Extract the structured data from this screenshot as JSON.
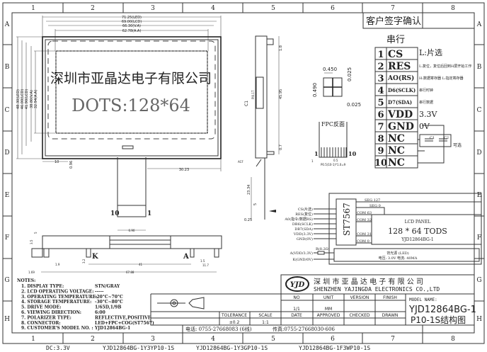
{
  "frame": {
    "columns": [
      "1",
      "2",
      "3",
      "4",
      "5",
      "6",
      "7",
      "8"
    ],
    "rows": [
      "A",
      "B",
      "C",
      "D",
      "E",
      "F",
      "G",
      "H"
    ]
  },
  "signature_box": "客户签字确认",
  "front_view": {
    "logo_text": "深圳市亚晶达电子有限公司",
    "dots_text": "DOTS:128*64",
    "dims_top": [
      "71.25(LED)",
      "69.00(LCD)",
      "66.30(V.A)",
      "62.78(A.A)"
    ],
    "dims_left": [
      "48.30(LED)",
      "46.00(LCD)",
      "41.90(LCD)",
      "38.80(V.A)",
      "32.94(A.A)"
    ],
    "dim_10": "10",
    "dim_096": "0.96",
    "dim_3023": "30.23",
    "fpc_pin_left": "10",
    "fpc_pin_right": "1",
    "fpc_width": "6.90"
  },
  "side_view": {
    "dim_18": "1.8",
    "dim_4595": "45.95",
    "dim_07": "0.7",
    "dim_2334": "23.34",
    "dim_5": "5",
    "dim_025": "0.25",
    "c1": "C1",
    "stiffener": "PI0.1T",
    "label": "ACF"
  },
  "pixel_detail": {
    "w": "0.450",
    "h": "0.490",
    "gap_v": "0.025",
    "gap_h": "0.025"
  },
  "fpc_reverse": {
    "title": "FPC反面",
    "pin_first": "1",
    "pin_last": "10",
    "pitch": "0.5",
    "formula": "P0.5(10-1)*1.0=9",
    "side": "1"
  },
  "bottom_view": {
    "k_label": "K",
    "a_label": "A",
    "dims": [
      "5",
      "3.5",
      "1.9",
      "3.2",
      "41",
      "1.5",
      "11.7",
      "1.69",
      "67.88"
    ]
  },
  "pin_table": {
    "title": "串行",
    "pins": [
      {
        "no": "1",
        "name": "CS",
        "desc": "L:片选"
      },
      {
        "no": "2",
        "name": "RES",
        "desc": "L:复位，复位后回到H屏开始工作"
      },
      {
        "no": "3",
        "name": "AO(RS)",
        "desc": "H:数据寄存器 L:指定寄存器"
      },
      {
        "no": "4",
        "name": "D6(SCLK)",
        "desc": "串行时钟"
      },
      {
        "no": "5",
        "name": "D7(SDA)",
        "desc": "串行数据"
      },
      {
        "no": "6",
        "name": "VDD",
        "desc": "3.3V"
      },
      {
        "no": "7",
        "name": "GND",
        "desc": "0V"
      },
      {
        "no": "8",
        "name": "NC",
        "desc": ""
      },
      {
        "no": "9",
        "name": "NC",
        "desc": ""
      },
      {
        "no": "10",
        "name": "NC",
        "desc": ""
      }
    ],
    "c1": "C1",
    "c2": "C2",
    "optional": "可选"
  },
  "block_diagram": {
    "signals": [
      "CS(片选)",
      "RES(复位)",
      "A0(指令/数据RS)",
      "DB6(SCLK)",
      "DB7(SDA)",
      "VDD(3.3V)",
      "GND(0V)"
    ],
    "controller": "ST7567",
    "seg": [
      "SEG 127",
      "SEG 0"
    ],
    "com": [
      "COM 63",
      "COM 32",
      "COM 31",
      "COM 0"
    ],
    "panel_title": "LCD PANEL",
    "panel_res": "128 * 64 TODS",
    "panel_model": "YJD12864BG-1",
    "bl_a": "A(VDD/3.3V)",
    "bl_k": "K(GND/0V)",
    "resistor": "R(8.2Ω)",
    "backlight_title": "背光源 (LED)",
    "backlight_spec": "电压: 3.0V   电流: 40MA"
  },
  "notes": {
    "title": "NOTES:",
    "items": [
      {
        "label": "1. DISPLAY TYPE:",
        "value": "STN/GRAY"
      },
      {
        "label": "2. LCD OPERATING VOLTAGE:",
        "value": "-----"
      },
      {
        "label": "3. OPERATING TEMPERATURE:",
        "value": "-20°C~70°C"
      },
      {
        "label": "4. STORAGE TEMPERATURE:",
        "value": "-30°C~80°C"
      },
      {
        "label": "5. DRIVE MODE:",
        "value": "1/65D,1/9B"
      },
      {
        "label": "6. VIEWING DIRECTION:",
        "value": "6:00"
      },
      {
        "label": "7. POLARIZER TYPE:",
        "value": "REFLECTIVE,POSITIVE"
      },
      {
        "label": "8. CONNECTOR:",
        "value": "LED+FPC+COG(ST7567)"
      },
      {
        "label": "9. CUSTOMER'S MODEL NO. :",
        "value": "YJD12864BG-1"
      }
    ]
  },
  "title_block": {
    "company_cn": "深 圳 市 亚 晶 达 电 子 有 限 公 司",
    "company_en": "SHENZHEN YAJINGDA ELECTRONICS CO.,LTD",
    "logo": "YJD",
    "tolerance_label": "TOLERANCE",
    "tolerance_value": "±0.2",
    "scale_label": "SCALE",
    "scale_value": "1:1",
    "no_label": "NO",
    "no_value": "1/1",
    "unit_label": "UNIT",
    "unit_value": "MM",
    "version_label": "VERSION",
    "finish_label": "FINISH",
    "date_label": "DATE",
    "approved_label": "APPROVED",
    "checked_label": "CHECKED",
    "drawn_label": "DRAWN",
    "model_label": "MODEL NAME:",
    "model_line1": "YJD12864BG-1",
    "model_line2": "P10-1S结构图",
    "phone": "电话: 0755-27668083 (6线)",
    "fax": "传真:0755-27668030-606"
  },
  "footer": {
    "voltage": "DC:3.3V",
    "variants": [
      "YJD12864BG-1Y3YP10-1S",
      "YJD12864BG-1Y3GP10-1S",
      "YJD12864BG-1F3WP10-1S"
    ]
  }
}
